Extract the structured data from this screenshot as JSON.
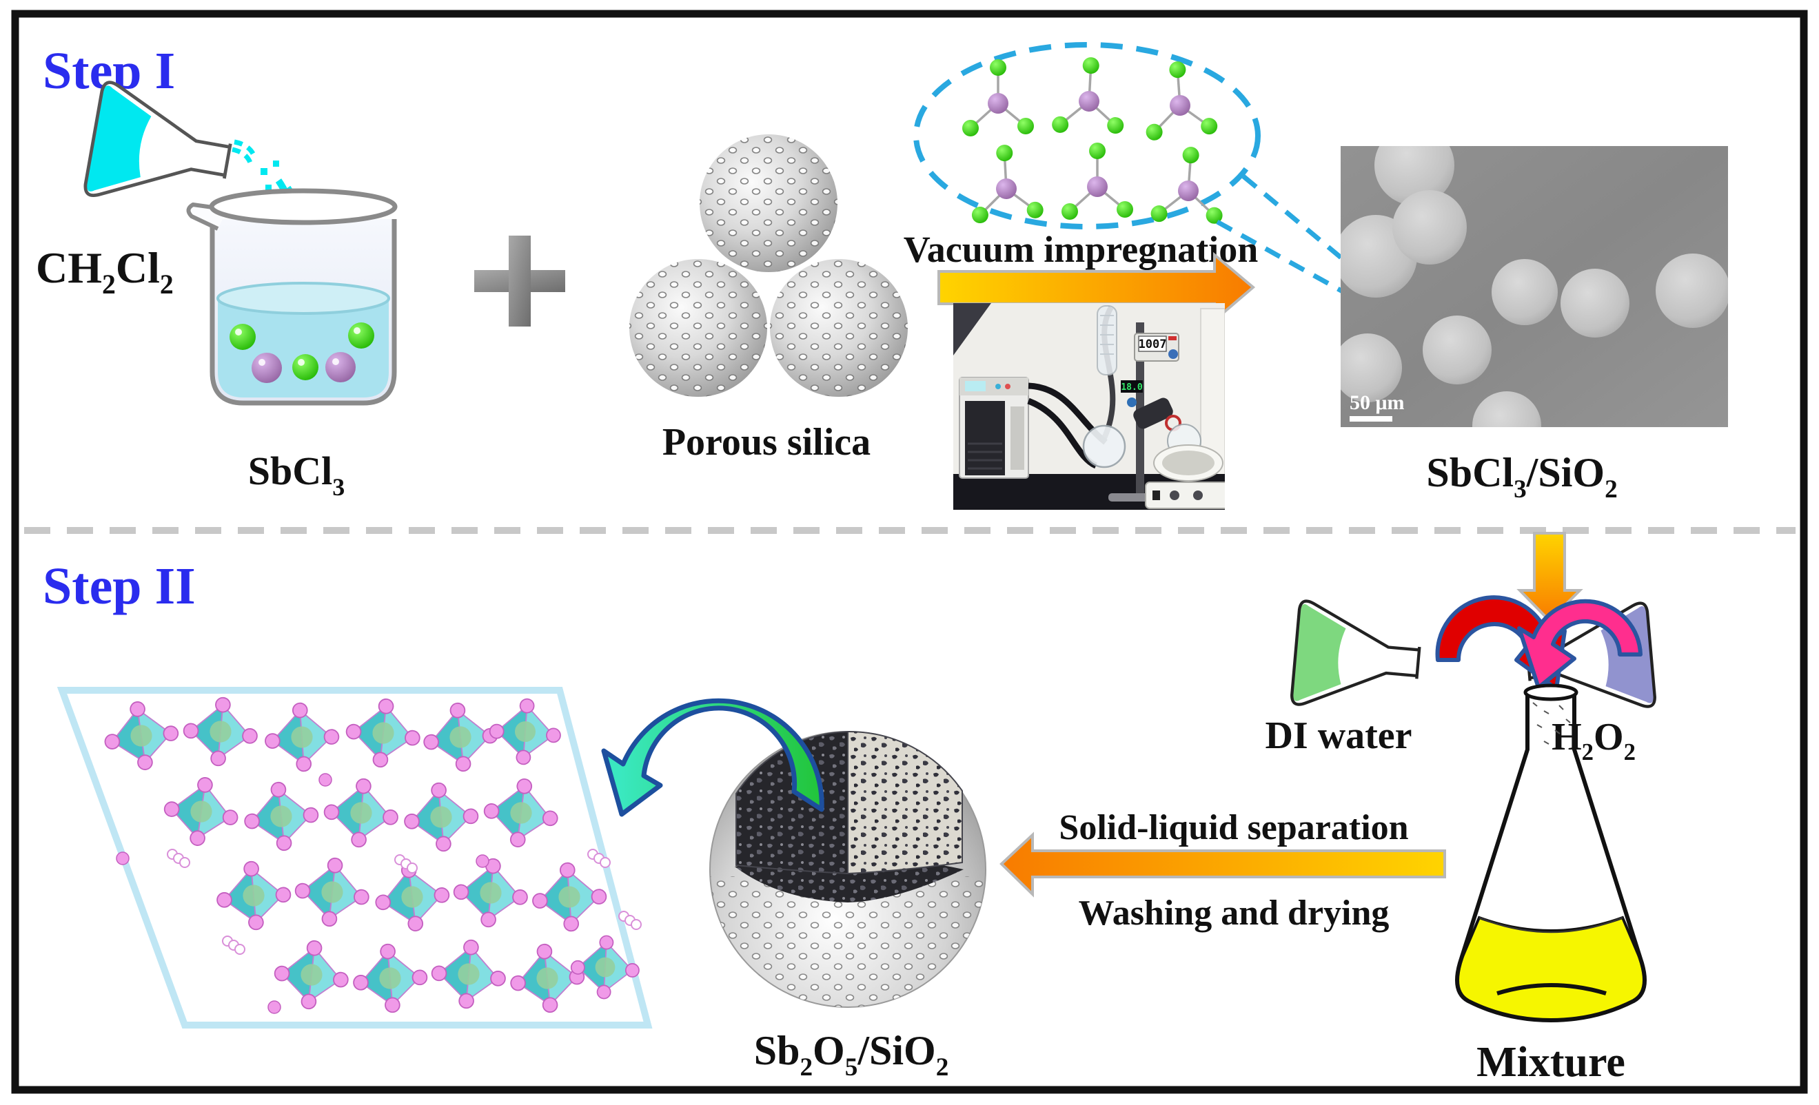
{
  "figure": {
    "step1": {
      "title": "Step I",
      "solvent_formula": [
        "CH",
        "2",
        "Cl",
        "2"
      ],
      "solute_formula": [
        "SbCl",
        "3"
      ],
      "plus_sign": "+",
      "silica_label": "Porous silica",
      "process_label": "Vacuum impregnation",
      "product_formula": [
        "SbCl",
        "3",
        "/SiO",
        "2"
      ],
      "sem": {
        "scale_bar": "50 μm"
      },
      "equipment": {
        "display_top": "1007",
        "display_green": "18.0"
      }
    },
    "step2": {
      "title": "Step II",
      "water_label": "DI water",
      "peroxide_formula": [
        "H",
        "2",
        "O",
        "2"
      ],
      "mixture_label": "Mixture",
      "separation_text": "Solid-liquid separation",
      "washing_text": "Washing and drying",
      "product_formula": [
        "Sb",
        "2",
        "O",
        "5",
        "/SiO",
        "2"
      ]
    },
    "colors": {
      "step_title": "#2a2cee",
      "label_text": "#111111",
      "pour_liquid": "#00e8f0",
      "beaker_liquid": "#a9e2ef",
      "chlorine_green": "#2ecc00",
      "antimony_purple": "#a878c8",
      "arrow_yellow": "#ffd400",
      "arrow_orange": "#f87b00",
      "callout_blue": "#29a8e0",
      "di_water_green": "#7ed87f",
      "h2o2_purple": "#9193cf",
      "mixture_yellow": "#f6f600",
      "red_pour_arrow": "#e00000",
      "pink_pour_arrow": "#ff2e8e",
      "transfer_green": "#22c53a",
      "transfer_cyan": "#3ae8c0",
      "crystal_teal": "#5ed3d6",
      "crystal_pink": "#f09ae8",
      "divider": "#c8c8c8"
    }
  }
}
